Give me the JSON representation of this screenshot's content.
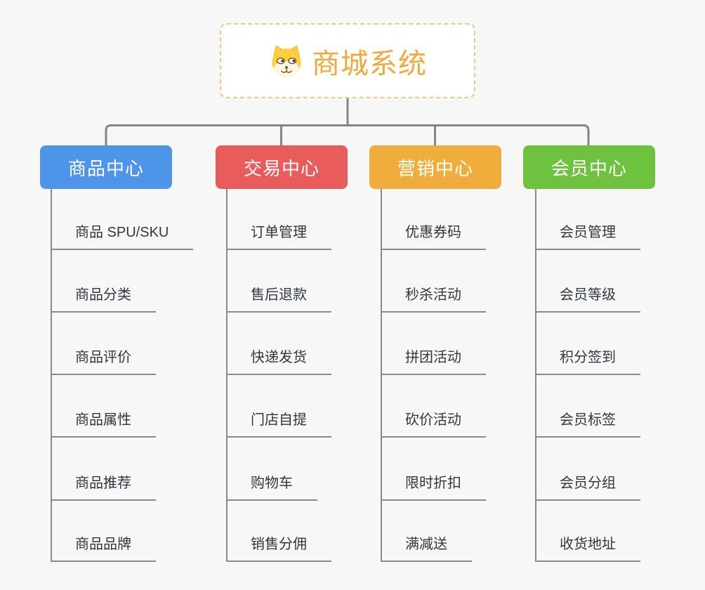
{
  "page": {
    "background": "#f7f7f7",
    "connector_color": "#858585",
    "spine_color": "#8a8a8a"
  },
  "root": {
    "label": "商城系统",
    "icon": "dog-face-icon",
    "text_color": "#f2a93c",
    "border_color": "#f3c782"
  },
  "branches": [
    {
      "id": "product",
      "label": "商品中心",
      "color": "#4e94e9",
      "items": [
        "商品 SPU/SKU",
        "商品分类",
        "商品评价",
        "商品属性",
        "商品推荐",
        "商品品牌"
      ]
    },
    {
      "id": "trade",
      "label": "交易中心",
      "color": "#e85d5c",
      "items": [
        "订单管理",
        "售后退款",
        "快递发货",
        "门店自提",
        "购物车",
        "销售分佣"
      ]
    },
    {
      "id": "marketing",
      "label": "营销中心",
      "color": "#efad3b",
      "items": [
        "优惠券码",
        "秒杀活动",
        "拼团活动",
        "砍价活动",
        "限时折扣",
        "满减送"
      ]
    },
    {
      "id": "member",
      "label": "会员中心",
      "color": "#6fc23f",
      "items": [
        "会员管理",
        "会员等级",
        "积分签到",
        "会员标签",
        "会员分组",
        "收货地址"
      ]
    }
  ]
}
